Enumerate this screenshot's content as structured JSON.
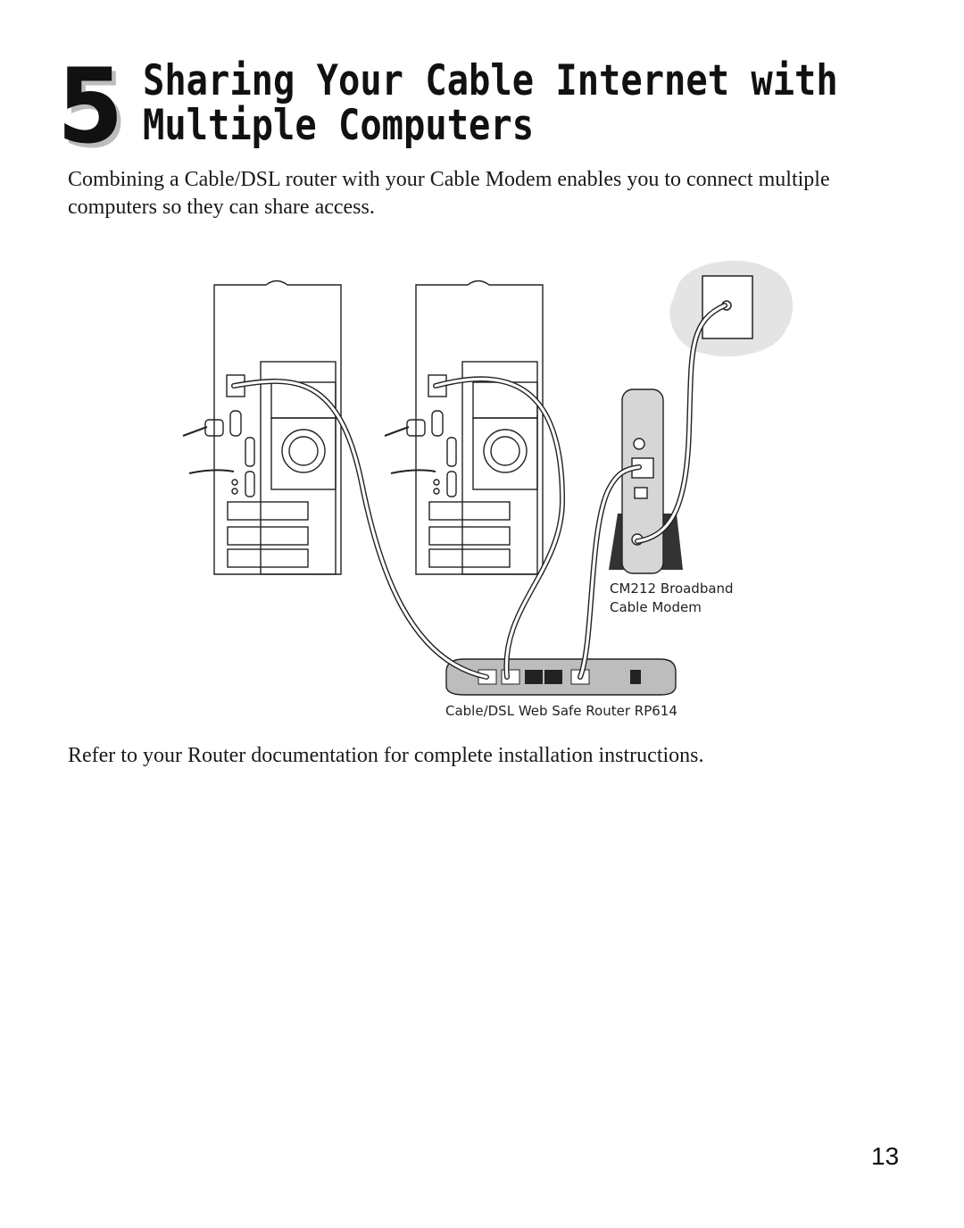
{
  "chapter": {
    "number": "5",
    "title_line1": "Sharing Your Cable Internet with",
    "title_line2": "Multiple Computers"
  },
  "intro_text": "Combining a Cable/DSL router with your Cable Modem enables you to connect multiple computers so they can share access.",
  "figure": {
    "modem_label_line1": "CM212 Broadband",
    "modem_label_line2": "Cable Modem",
    "router_label": "Cable/DSL Web Safe Router RP614"
  },
  "refer_text": "Refer to your Router documentation for complete installation instructions.",
  "page_number": "13"
}
